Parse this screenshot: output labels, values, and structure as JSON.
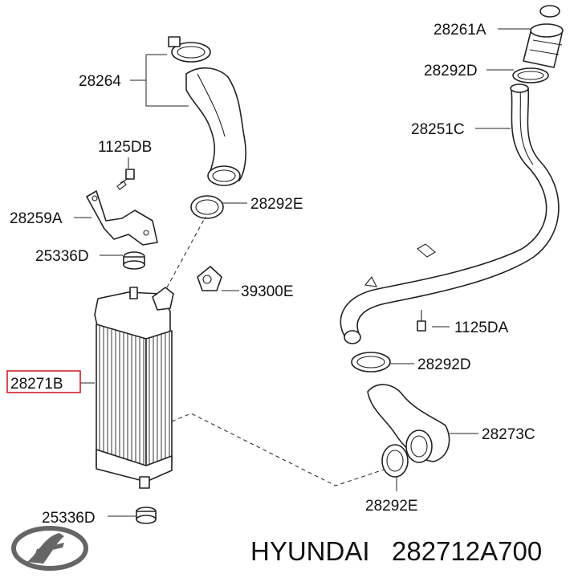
{
  "brand": {
    "name": "HYUNDAI",
    "part_number": "282712A700"
  },
  "callouts": [
    {
      "id": "28261A"
    },
    {
      "id": "28292D"
    },
    {
      "id": "28264"
    },
    {
      "id": "28251C"
    },
    {
      "id": "1125DB"
    },
    {
      "id": "28292E"
    },
    {
      "id": "28259A"
    },
    {
      "id": "25336D"
    },
    {
      "id": "39300E"
    },
    {
      "id": "1125DA"
    },
    {
      "id": "28271B"
    },
    {
      "id": "28292D"
    },
    {
      "id": "28273C"
    },
    {
      "id": "28292E"
    },
    {
      "id": "25336D"
    }
  ],
  "highlight_color": "#d0202a"
}
